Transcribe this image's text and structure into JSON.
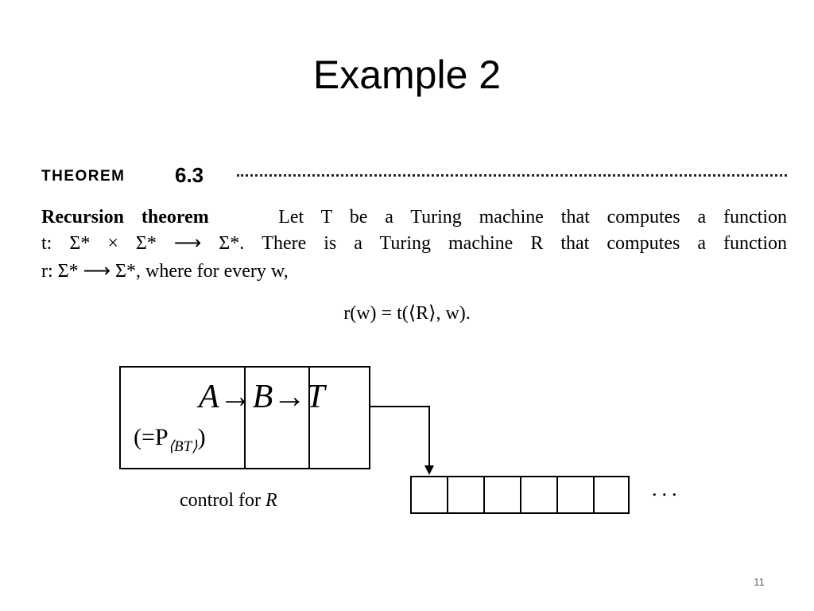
{
  "slide": {
    "title": "Example 2",
    "page_number": "11"
  },
  "theorem": {
    "label": "THEOREM",
    "number": "6.3",
    "name": "Recursion theorem",
    "line1_rest": "Let T be a Turing machine that computes a function",
    "line2": "t: Σ* × Σ* ⟶ Σ*.  There is a Turing machine R that computes a function",
    "line3": "r: Σ* ⟶ Σ*, where for every w,",
    "equation": "r(w) = t(⟨R⟩, w)."
  },
  "diagram": {
    "formula": "A→B→T",
    "sub_prefix": "(=P",
    "sub_index": "⟨BT⟩",
    "sub_suffix": ")",
    "caption_text": "control for ",
    "caption_var": "R",
    "tape_cell_count": 6,
    "tape_ellipsis": "..."
  }
}
